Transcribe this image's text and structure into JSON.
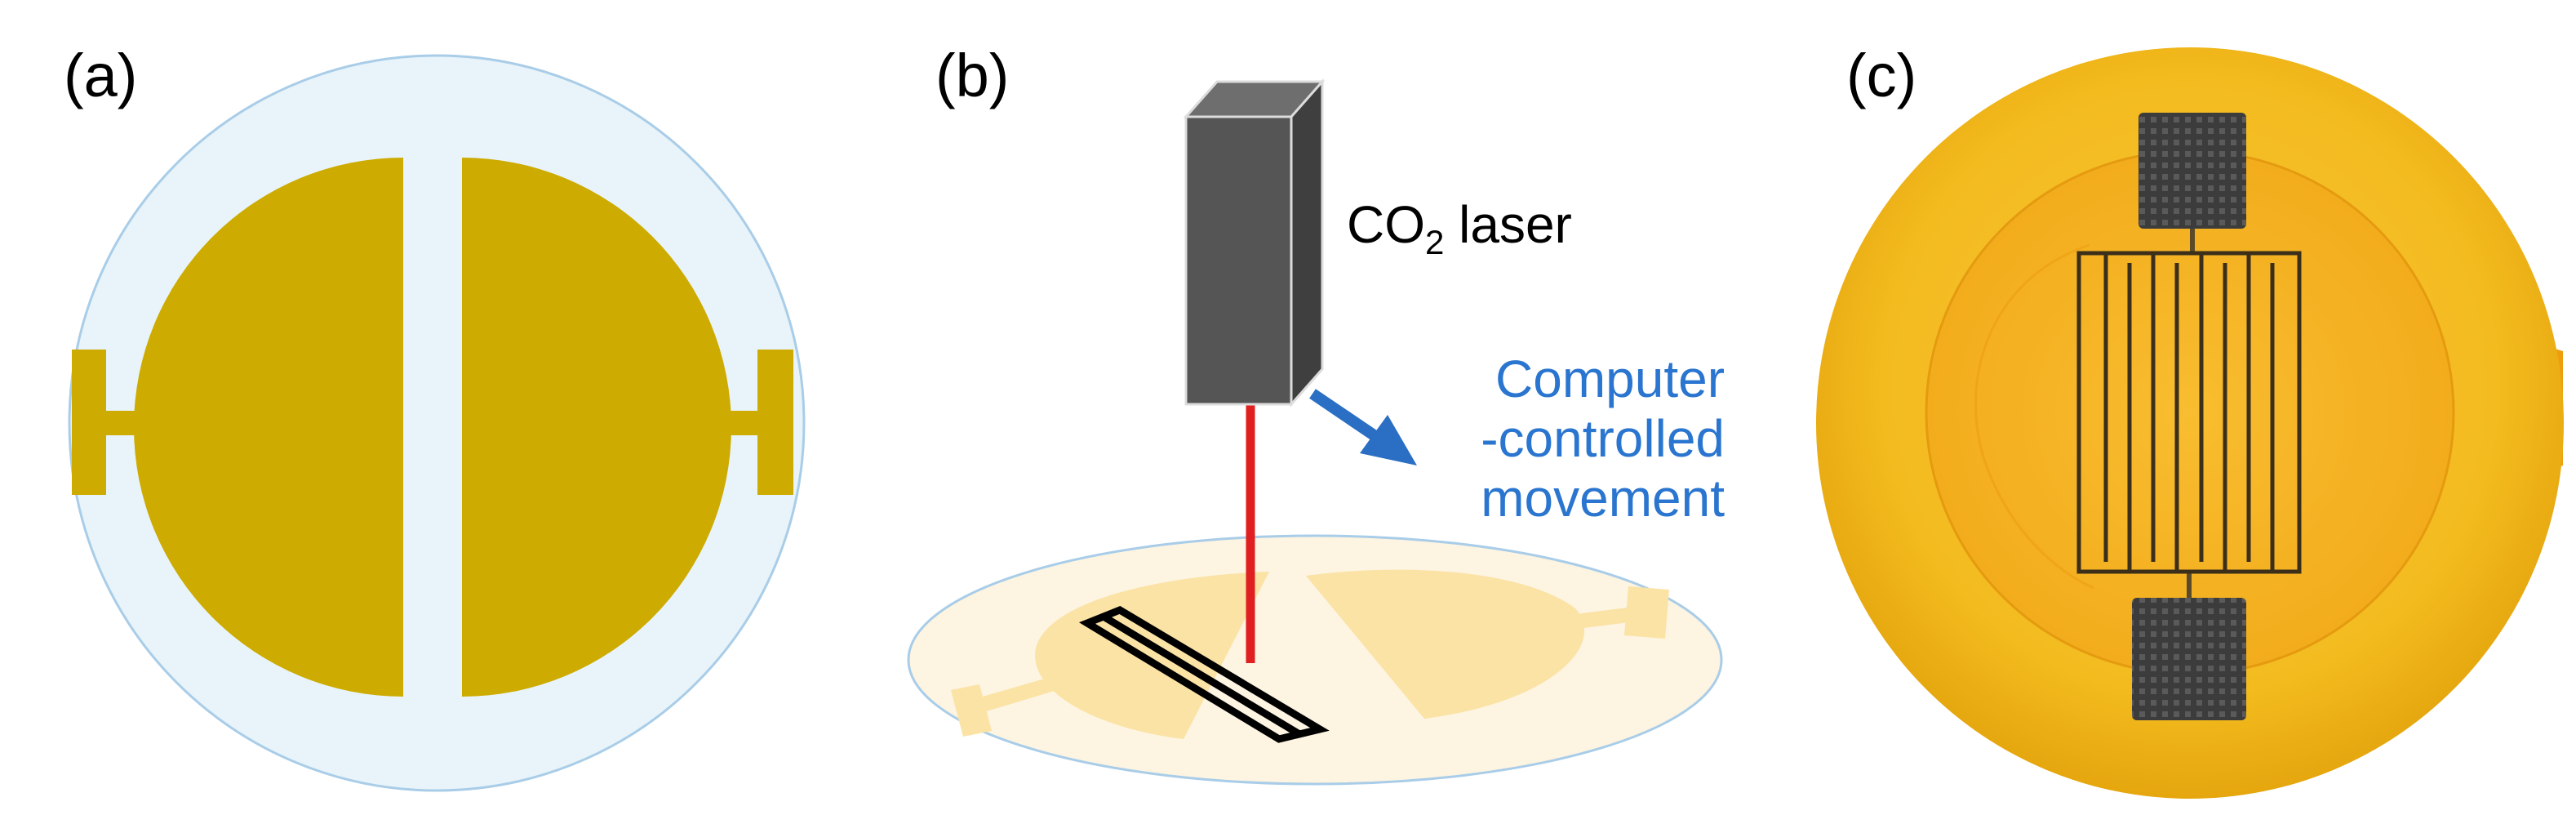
{
  "panels": {
    "a": {
      "label": "(a)"
    },
    "b": {
      "label": "(b)",
      "laser_label_main": "CO",
      "laser_label_sub": "2",
      "laser_label_rest": " laser",
      "movement_lines": [
        "Computer",
        "-controlled",
        "movement"
      ]
    },
    "c": {
      "label": "(c)"
    }
  },
  "colors": {
    "substrate_blue": "#e8f4f9",
    "substrate_blue_edge": "#a9cde8",
    "electrode_gold": "#cdab00",
    "laser_body_front": "#555555",
    "laser_body_top": "#6e6e6e",
    "laser_body_side": "#3f3f3f",
    "beam_red": "#e02020",
    "arrow_blue": "#2a6fc4",
    "movement_text_blue": "#2a75cf",
    "disc_cream": "#fdf4e2",
    "disc_pattern_yellow": "#fbe3a5",
    "photo_rim": "#f2bc1c",
    "photo_inner": "#f7b82a",
    "photo_pad": "#3a3a3a"
  },
  "icons": {
    "laser": "laser-head-icon",
    "movement_arrow": "arrow-down-right-icon"
  }
}
